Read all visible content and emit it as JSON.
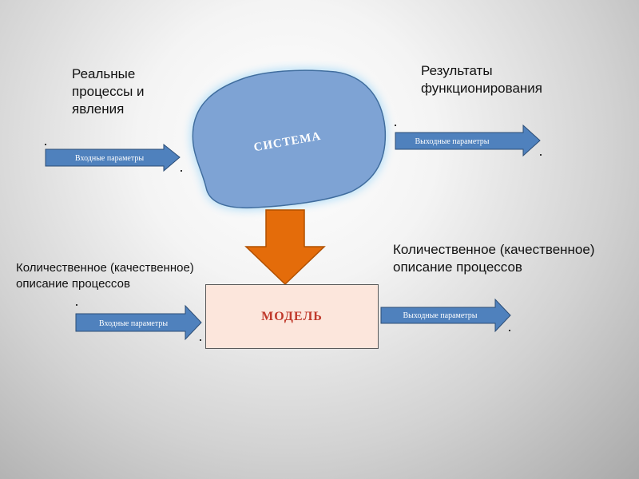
{
  "texts": {
    "real_processes": "Реальные\nпроцессы и\nявления",
    "results": "Результаты\nфункционирования",
    "quant_desc_right": "Количественное (качественное)\nописание процессов",
    "quant_desc_left": "Количественное (качественное)\nописание процессов"
  },
  "system": {
    "label": "СИСТЕМА",
    "fill": "#7ea3d4",
    "glow": "#bfe3f8"
  },
  "model": {
    "label": "МОДЕЛЬ",
    "text_color": "#c0392b",
    "fill": "#fce6dc"
  },
  "arrows": {
    "input_top": "Входные параметры",
    "output_top": "Выходные параметры",
    "input_bottom": "Входные параметры",
    "output_bottom": "Выходные параметры",
    "fill": "#4f81bd",
    "stroke": "#2c4d75"
  },
  "down_arrow": {
    "fill": "#e46c0a",
    "stroke": "#b05000"
  }
}
